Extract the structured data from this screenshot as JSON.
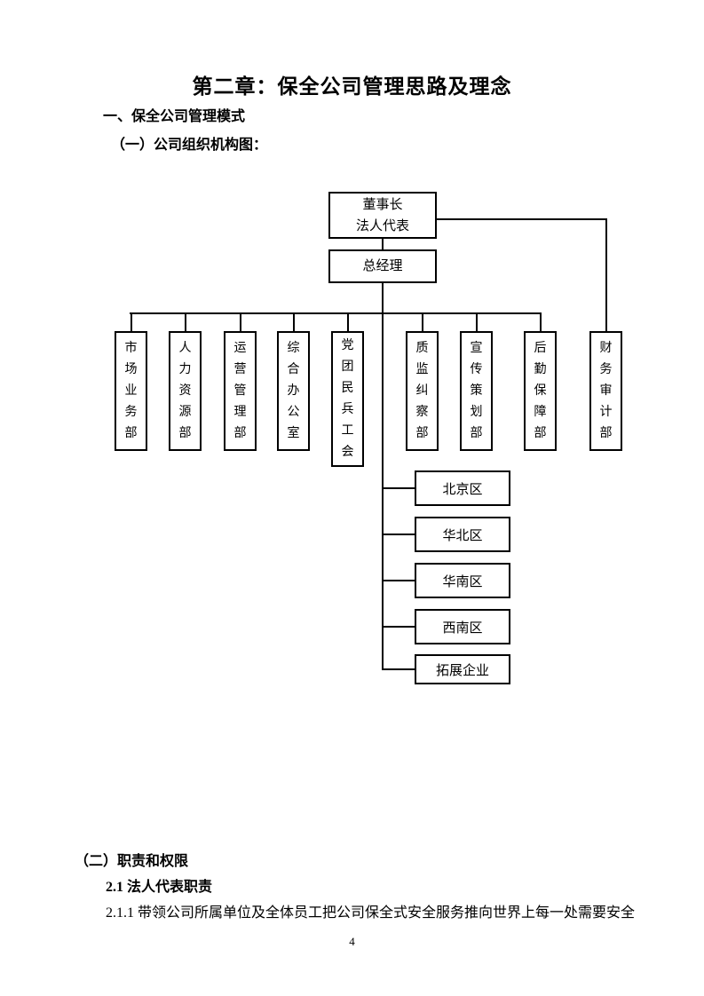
{
  "doc": {
    "title": "第二章：保全公司管理思路及理念",
    "section1": "一、保全公司管理模式",
    "section1_sub": "（一）公司组织机构图：",
    "section2": "（二）职责和权限",
    "section2_sub": "2.1 法人代表职责",
    "paragraph": "2.1.1 带领公司所属单位及全体员工把公司保全式安全服务推向世界上每一处需要安全",
    "page_number": "4"
  },
  "org_chart": {
    "chairman": {
      "line1": "董事长",
      "line2": "法人代表"
    },
    "general_manager": "总经理",
    "departments": [
      {
        "label": "市场业务部"
      },
      {
        "label": "人力资源部"
      },
      {
        "label": "运营管理部"
      },
      {
        "label": "综合办公室"
      },
      {
        "label": "党团民兵工会"
      },
      {
        "label": "质监纠察部"
      },
      {
        "label": "宣传策划部"
      },
      {
        "label": "后勤保障部"
      },
      {
        "label": "财务审计部"
      }
    ],
    "regions": [
      {
        "label": "北京区"
      },
      {
        "label": "华北区"
      },
      {
        "label": "华南区"
      },
      {
        "label": "西南区"
      },
      {
        "label": "拓展企业"
      }
    ],
    "colors": {
      "line": "#000000",
      "box_border": "#000000",
      "text": "#000000",
      "background": "#ffffff"
    }
  }
}
